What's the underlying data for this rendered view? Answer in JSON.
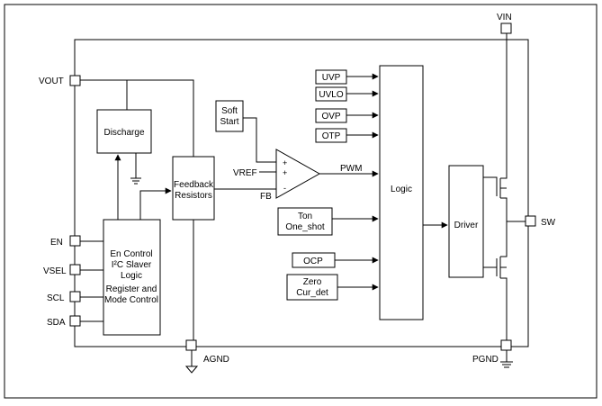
{
  "pins": {
    "vin": "VIN",
    "vout": "VOUT",
    "en": "EN",
    "vsel": "VSEL",
    "scl": "SCL",
    "sda": "SDA",
    "agnd": "AGND",
    "pgnd": "PGND",
    "sw": "SW"
  },
  "blocks": {
    "discharge": "Discharge",
    "feedback": [
      "Feedback",
      "Resistors"
    ],
    "en_control": [
      "En Control",
      "I²C Slaver",
      "Logic",
      "Register and",
      "Mode Control"
    ],
    "soft_start": [
      "Soft",
      "Start"
    ],
    "logic": "Logic",
    "driver": "Driver",
    "ton": [
      "Ton",
      "One_shot"
    ],
    "ocp": "OCP",
    "zero": [
      "Zero",
      "Cur_det"
    ]
  },
  "protections": [
    "UVP",
    "UVLO",
    "OVP",
    "OTP"
  ],
  "signals": {
    "vref": "VREF",
    "fb": "FB",
    "pwm": "PWM",
    "plus1": "+",
    "plus2": "+",
    "minus": "-"
  }
}
